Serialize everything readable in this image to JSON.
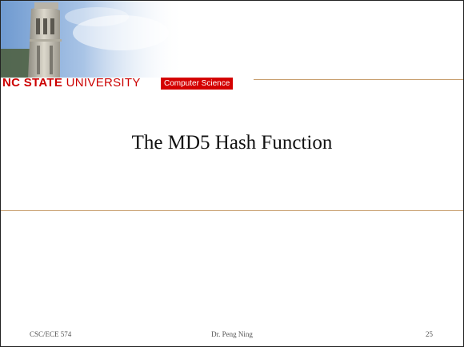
{
  "header": {
    "logo_bold": "NC STATE",
    "logo_rest": "UNIVERSITY",
    "department": "Computer Science"
  },
  "slide": {
    "title": "The MD5 Hash Function"
  },
  "footer": {
    "course": "CSC/ECE 574",
    "author": "Dr. Peng Ning",
    "page": "25"
  },
  "colors": {
    "brand_red": "#cc0000",
    "badge_red": "#d40000",
    "rule_tan": "#c8a070",
    "sky_blue": "#7fa8d8"
  }
}
